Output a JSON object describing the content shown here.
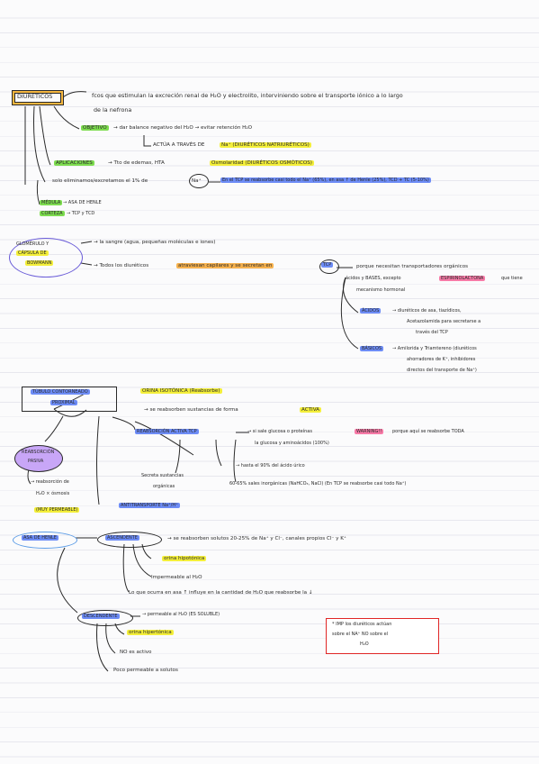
{
  "diureticos": {
    "title": "DIURÉTICOS",
    "def1": "fcos que estimulan la excreción renal de H₂O y electrolito, interviniendo sobre el transporte iónico a lo largo",
    "def2": "de la nefrona",
    "objetivo": "OBJETIVO",
    "objetivo_text": "→ dar balance negativo del H₂O → evitar retención H₂O",
    "actua": "ACTÚA A TRAVÉS DE",
    "actua_val": "Na⁺ (DIURÉTICOS NATRIURÉTICOS)",
    "aplicaciones": "APLICACIONES",
    "aplicaciones_text": "→ Tto de edemas, HTA",
    "osmolaridad": "Osmolaridad (DIURÉTICOS OSMÓTICOS)",
    "solo": "solo eliminamos/excretamos el 1% de",
    "na": "Na⁺",
    "solo_note": "En el TCP se reabsorbe casi todo el Na⁺ (65%), en asa ↑ de Henle (25%), TCD + TC (5-10%)",
    "medula": "MÉDULA",
    "medula_text": "→ ASA DE HENLE",
    "corteza": "CORTEZA",
    "corteza_text": "→ TCP y TCD"
  },
  "glomerulo": {
    "title1": "GLOMÉRULO Y",
    "title2": "CÁPSULA DE",
    "title3": "BOWMANN",
    "line1": "→ la sangre (agua, pequeñas moléculas e iones)",
    "line2_pre": "→ Todos los diuréticos",
    "line2_hl": "atraviesan capilares y se secretan en",
    "tcp": "TCP",
    "right1": "porque necesitan transportadores orgánicos",
    "right2_a": "ácidos y BASES, excepto",
    "espiro": "ESPIRINOLACTONA",
    "right2_b": "que tiene",
    "right3": "mecanismo hormonal",
    "acidos": "ÁCIDOS",
    "acidos1": "→ diuréticos de asa, tiazídicos,",
    "acidos2": "Acetazolamida para secretarse a",
    "acidos3": "través del TCP",
    "basicos": "BÁSICOS",
    "basicos1": "→ Amilorida y Triamtereno (diuréticos",
    "basicos2": "ahorradores de K⁺, inhibidores",
    "basicos3": "directos del transporte de Na⁺)"
  },
  "tubulo": {
    "title1": "TÚBULO CONTORNEADO",
    "title2": "PROXIMAL",
    "orina": "ORINA ISOTÓNICA (Reabsorbe)",
    "line1": "→ se reabsorben sustancias de forma",
    "activa": "ACTIVA",
    "reabs_activa": "REABSORCIÓN ACTIVA TCP",
    "glucosa_pre": "→ si sale glucosa o proteínas",
    "warning": "WARNING!!",
    "glucosa_post": "porque aquí se reabsorbe TODA",
    "glucosa2": "la glucosa y aminoácidos (100%)",
    "acido_urico": "→ hasta el 90% del ácido úrico",
    "secreta1": "Secreta sustancias",
    "secreta2": "orgánicas",
    "sales": "60-65% sales inorgánicas (NaHCO₃, NaCl) (En TCP se reabsorbe casi todo Na⁺)",
    "pasiva1": "REABSORCIÓN",
    "pasiva2": "PASIVA",
    "pasiva_t1": "→ reabsorción de",
    "pasiva_t2": "H₂O × ósmosis",
    "muy_perm": "(MUY PERMEABLE)",
    "antitransporte": "ANTITRANSPORTE Na⁺/H⁺"
  },
  "asa": {
    "title": "ASA DE HENLE",
    "ascendente": "ASCENDENTE",
    "asc_line": "→ se reabsorben solutos 20-25% de Na⁺ y Cl⁻, canales propios Cl⁻ y K⁺",
    "orina_hipo": "orina hipotónica",
    "impermeable": "Impermeable al H₂O",
    "ocurra": "Lo que ocurra en asa ↑ influye en la cantidad de H₂O que reabsorbe la ↓",
    "descendente": "DESCENDENTE",
    "desc_line": "→ permeable al H₂O (ES SOLUBLE)",
    "orina_hiper": "orina hipertónica",
    "no_activo": "NO es activo",
    "poco": "Poco permeable a solutos",
    "note1": "* IMP los diuréticos actúan",
    "note2": "sobre el NA⁺ NO sobre el",
    "note3": "H₂O"
  }
}
